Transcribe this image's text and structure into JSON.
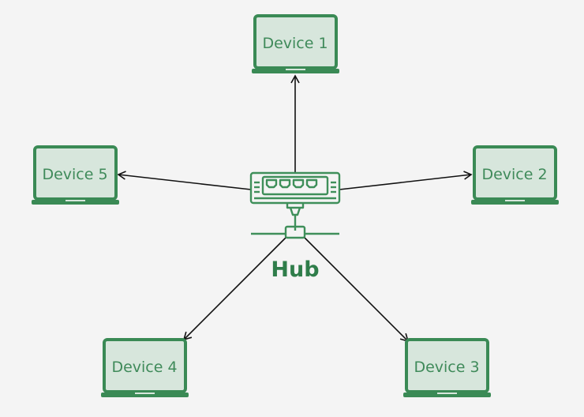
{
  "colors": {
    "background": "#f4f4f4",
    "device_border": "#3a8a55",
    "device_fill": "#d7e6dc",
    "hub_stroke": "#3f8f5a",
    "hub_label": "#2f7d4a",
    "arrow": "#111111"
  },
  "hub": {
    "label": "Hub",
    "icon": "network-hub-icon"
  },
  "devices": [
    {
      "label": "Device 1",
      "icon": "laptop-icon"
    },
    {
      "label": "Device 2",
      "icon": "laptop-icon"
    },
    {
      "label": "Device 3",
      "icon": "laptop-icon"
    },
    {
      "label": "Device 4",
      "icon": "laptop-icon"
    },
    {
      "label": "Device 5",
      "icon": "laptop-icon"
    }
  ],
  "connections": [
    {
      "from": "Hub",
      "to": "Device 1"
    },
    {
      "from": "Hub",
      "to": "Device 2"
    },
    {
      "from": "Hub",
      "to": "Device 3"
    },
    {
      "from": "Hub",
      "to": "Device 4"
    },
    {
      "from": "Hub",
      "to": "Device 5"
    }
  ]
}
